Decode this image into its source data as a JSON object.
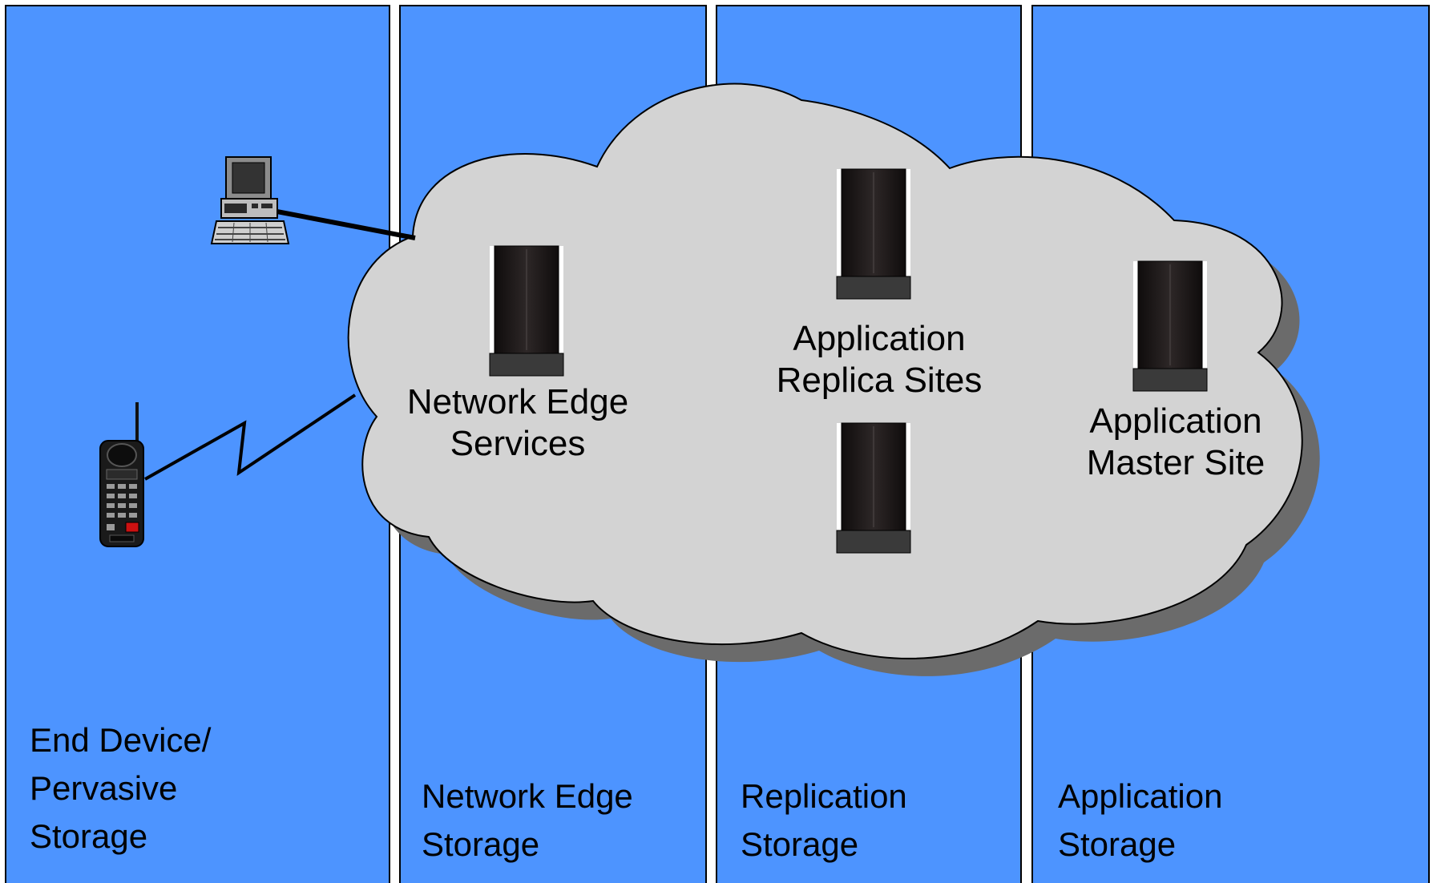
{
  "colors": {
    "column_fill": "#4d94ff",
    "cloud_fill": "#d3d3d3",
    "cloud_shadow": "#6b6b6b",
    "server_fill": "#1e1a1a",
    "outline": "#000000"
  },
  "columns": [
    {
      "label_lines": [
        "End Device/",
        "Pervasive",
        "Storage"
      ]
    },
    {
      "label_lines": [
        "Network Edge",
        "Storage"
      ]
    },
    {
      "label_lines": [
        "Replication",
        "Storage"
      ]
    },
    {
      "label_lines": [
        "Application",
        "Storage"
      ]
    }
  ],
  "cloud": {
    "network_edge_services": [
      "Network Edge",
      "Services"
    ],
    "replica_sites": [
      "Application",
      "Replica Sites"
    ],
    "master_site": [
      "Application",
      "Master Site"
    ]
  },
  "icons": {
    "desktop": "desktop-computer-icon",
    "phone": "cordless-phone-icon",
    "server": "server-tower-icon"
  }
}
